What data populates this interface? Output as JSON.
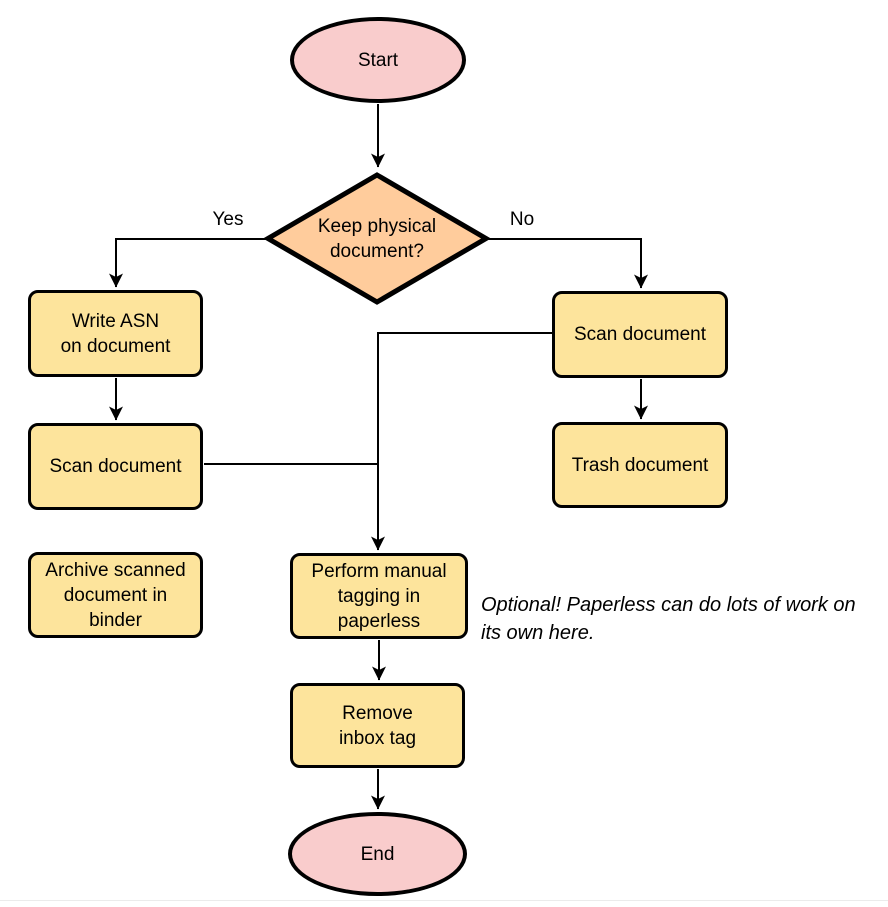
{
  "diagram": {
    "type": "flowchart",
    "nodes": {
      "start": {
        "type": "terminal",
        "label": "Start"
      },
      "decision": {
        "type": "decision",
        "label": "Keep physical\ndocument?"
      },
      "write_asn": {
        "type": "process",
        "label": "Write ASN\non document"
      },
      "scan_left": {
        "type": "process",
        "label": "Scan document"
      },
      "archive": {
        "type": "process",
        "label": "Archive scanned\ndocument in\nbinder"
      },
      "scan_right": {
        "type": "process",
        "label": "Scan document"
      },
      "trash": {
        "type": "process",
        "label": "Trash document"
      },
      "tagging": {
        "type": "process",
        "label": "Perform manual\ntagging in\npaperless"
      },
      "remove_inbox": {
        "type": "process",
        "label": "Remove\ninbox tag"
      },
      "end": {
        "type": "terminal",
        "label": "End"
      }
    },
    "edge_labels": {
      "yes": "Yes",
      "no": "No"
    },
    "edges": [
      {
        "from": "start",
        "to": "decision"
      },
      {
        "from": "decision",
        "to": "write_asn",
        "label": "Yes"
      },
      {
        "from": "decision",
        "to": "scan_right",
        "label": "No"
      },
      {
        "from": "write_asn",
        "to": "scan_left"
      },
      {
        "from": "scan_left",
        "to": "tagging"
      },
      {
        "from": "scan_right",
        "to": "trash"
      },
      {
        "from": "scan_right",
        "to": "tagging"
      },
      {
        "from": "tagging",
        "to": "remove_inbox"
      },
      {
        "from": "remove_inbox",
        "to": "end"
      }
    ],
    "annotation": "Optional! Paperless can do lots of work on\nits own here.",
    "colors": {
      "terminal_fill": "#f9cccc",
      "process_fill": "#fde49c",
      "decision_fill": "#ffcc9c",
      "stroke": "#000000"
    }
  }
}
